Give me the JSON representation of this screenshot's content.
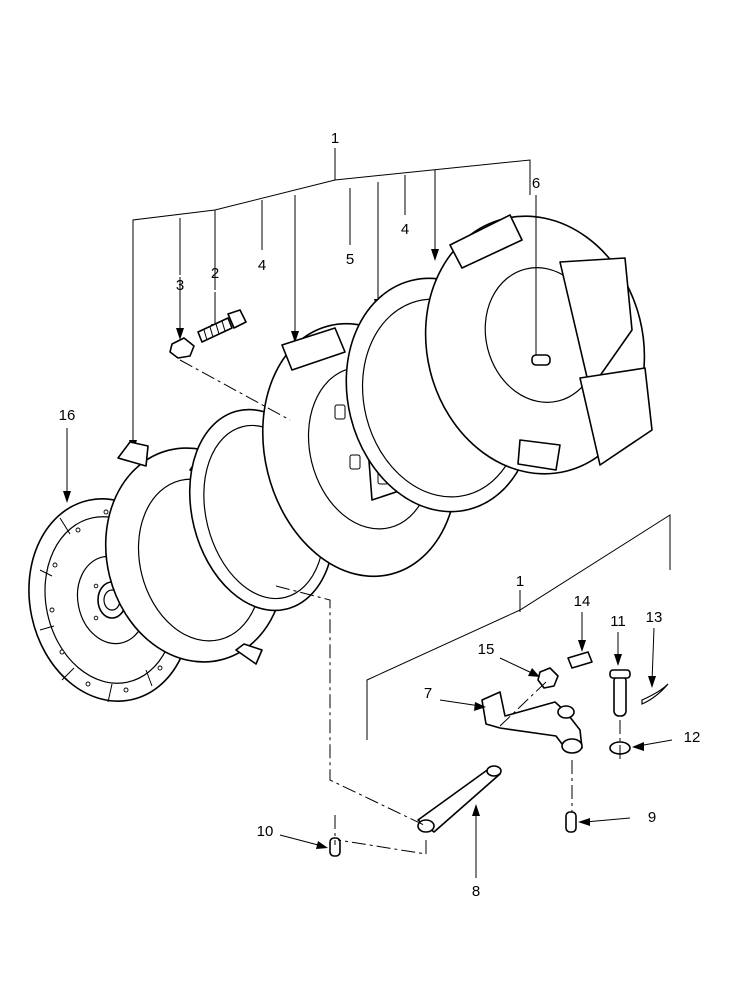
{
  "diagram": {
    "callouts": [
      {
        "id": "c1-top",
        "text": "1"
      },
      {
        "id": "c1-lower",
        "text": "1"
      },
      {
        "id": "c2",
        "text": "2"
      },
      {
        "id": "c3",
        "text": "3"
      },
      {
        "id": "c4-left",
        "text": "4"
      },
      {
        "id": "c4-right",
        "text": "4"
      },
      {
        "id": "c5",
        "text": "5"
      },
      {
        "id": "c6",
        "text": "6"
      },
      {
        "id": "c7",
        "text": "7"
      },
      {
        "id": "c8",
        "text": "8"
      },
      {
        "id": "c9",
        "text": "9"
      },
      {
        "id": "c10",
        "text": "10"
      },
      {
        "id": "c11",
        "text": "11"
      },
      {
        "id": "c12",
        "text": "12"
      },
      {
        "id": "c13",
        "text": "13"
      },
      {
        "id": "c14",
        "text": "14"
      },
      {
        "id": "c15",
        "text": "15"
      },
      {
        "id": "c16",
        "text": "16"
      }
    ]
  }
}
